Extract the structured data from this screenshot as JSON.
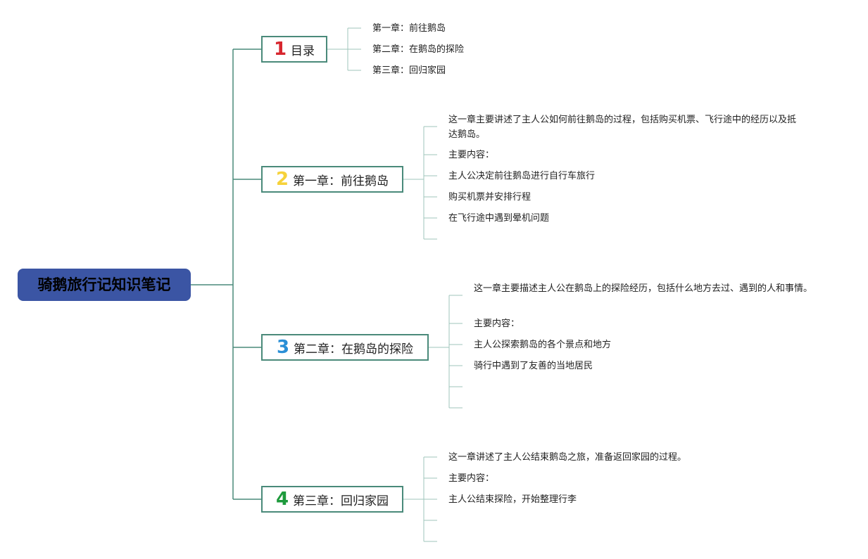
{
  "root": {
    "title": "骑鹅旅行记知识笔记"
  },
  "colors": {
    "root_fill": "#3b55a4",
    "connector": "#4a8a7a",
    "badge_1": "#d7262e",
    "badge_2": "#f6d23a",
    "badge_3": "#2a8fd6",
    "badge_4": "#1e9a3c"
  },
  "chapters": [
    {
      "badge": "1",
      "title": "目录",
      "items": [
        "第一章：前往鹅岛",
        "第二章：在鹅岛的探险",
        "第三章：回归家园"
      ]
    },
    {
      "badge": "2",
      "title": "第一章：前往鹅岛",
      "items": [
        "这一章主要讲述了主人公如何前往鹅岛的过程，包括购买机票、飞行途中的经历以及抵达鹅岛。",
        "主要内容：",
        "主人公决定前往鹅岛进行自行车旅行",
        "购买机票并安排行程",
        "在飞行途中遇到晕机问题",
        ""
      ]
    },
    {
      "badge": "3",
      "title": "第二章：在鹅岛的探险",
      "items": [
        "这一章主要描述主人公在鹅岛上的探险经历，包括什么地方去过、遇到的人和事情。",
        "主要内容：",
        "主人公探索鹅岛的各个景点和地方",
        "骑行中遇到了友善的当地居民",
        "",
        ""
      ]
    },
    {
      "badge": "4",
      "title": "第三章：回归家园",
      "items": [
        "这一章讲述了主人公结束鹅岛之旅，准备返回家园的过程。",
        "主要内容：",
        "主人公结束探险，开始整理行李",
        "",
        ""
      ]
    }
  ]
}
